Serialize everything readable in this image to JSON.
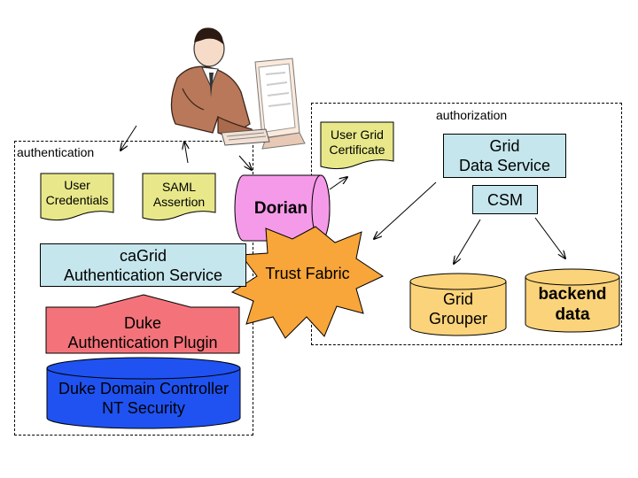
{
  "regions": {
    "authentication": "authentication",
    "authorization": "authorization"
  },
  "documents": {
    "user_credentials": [
      "User",
      "Credentials"
    ],
    "saml_assertion": [
      "SAML",
      "Assertion"
    ],
    "user_grid_certificate": [
      "User Grid",
      "Certificate"
    ]
  },
  "services": {
    "cagrid_auth": [
      "caGrid",
      "Authentication Service"
    ],
    "grid_data_service": [
      "Grid",
      "Data Service"
    ],
    "csm": "CSM",
    "dorian": "Dorian",
    "trust_fabric": "Trust Fabric",
    "duke_plugin": [
      "Duke",
      "Authentication Plugin"
    ],
    "duke_domain": [
      "Duke Domain Controller",
      "NT Security"
    ],
    "grid_grouper": [
      "Grid",
      "Grouper"
    ],
    "backend_data": [
      "backend",
      "data"
    ]
  },
  "colors": {
    "document_fill": "#e8e88a",
    "service_fill": "#c5e6ec",
    "dorian_fill": "#f59ae8",
    "trust_fabric_fill": "#f8a53a",
    "plugin_fill": "#f4737a",
    "domain_fill": "#1f52f0",
    "storage_fill": "#fbd37a"
  }
}
